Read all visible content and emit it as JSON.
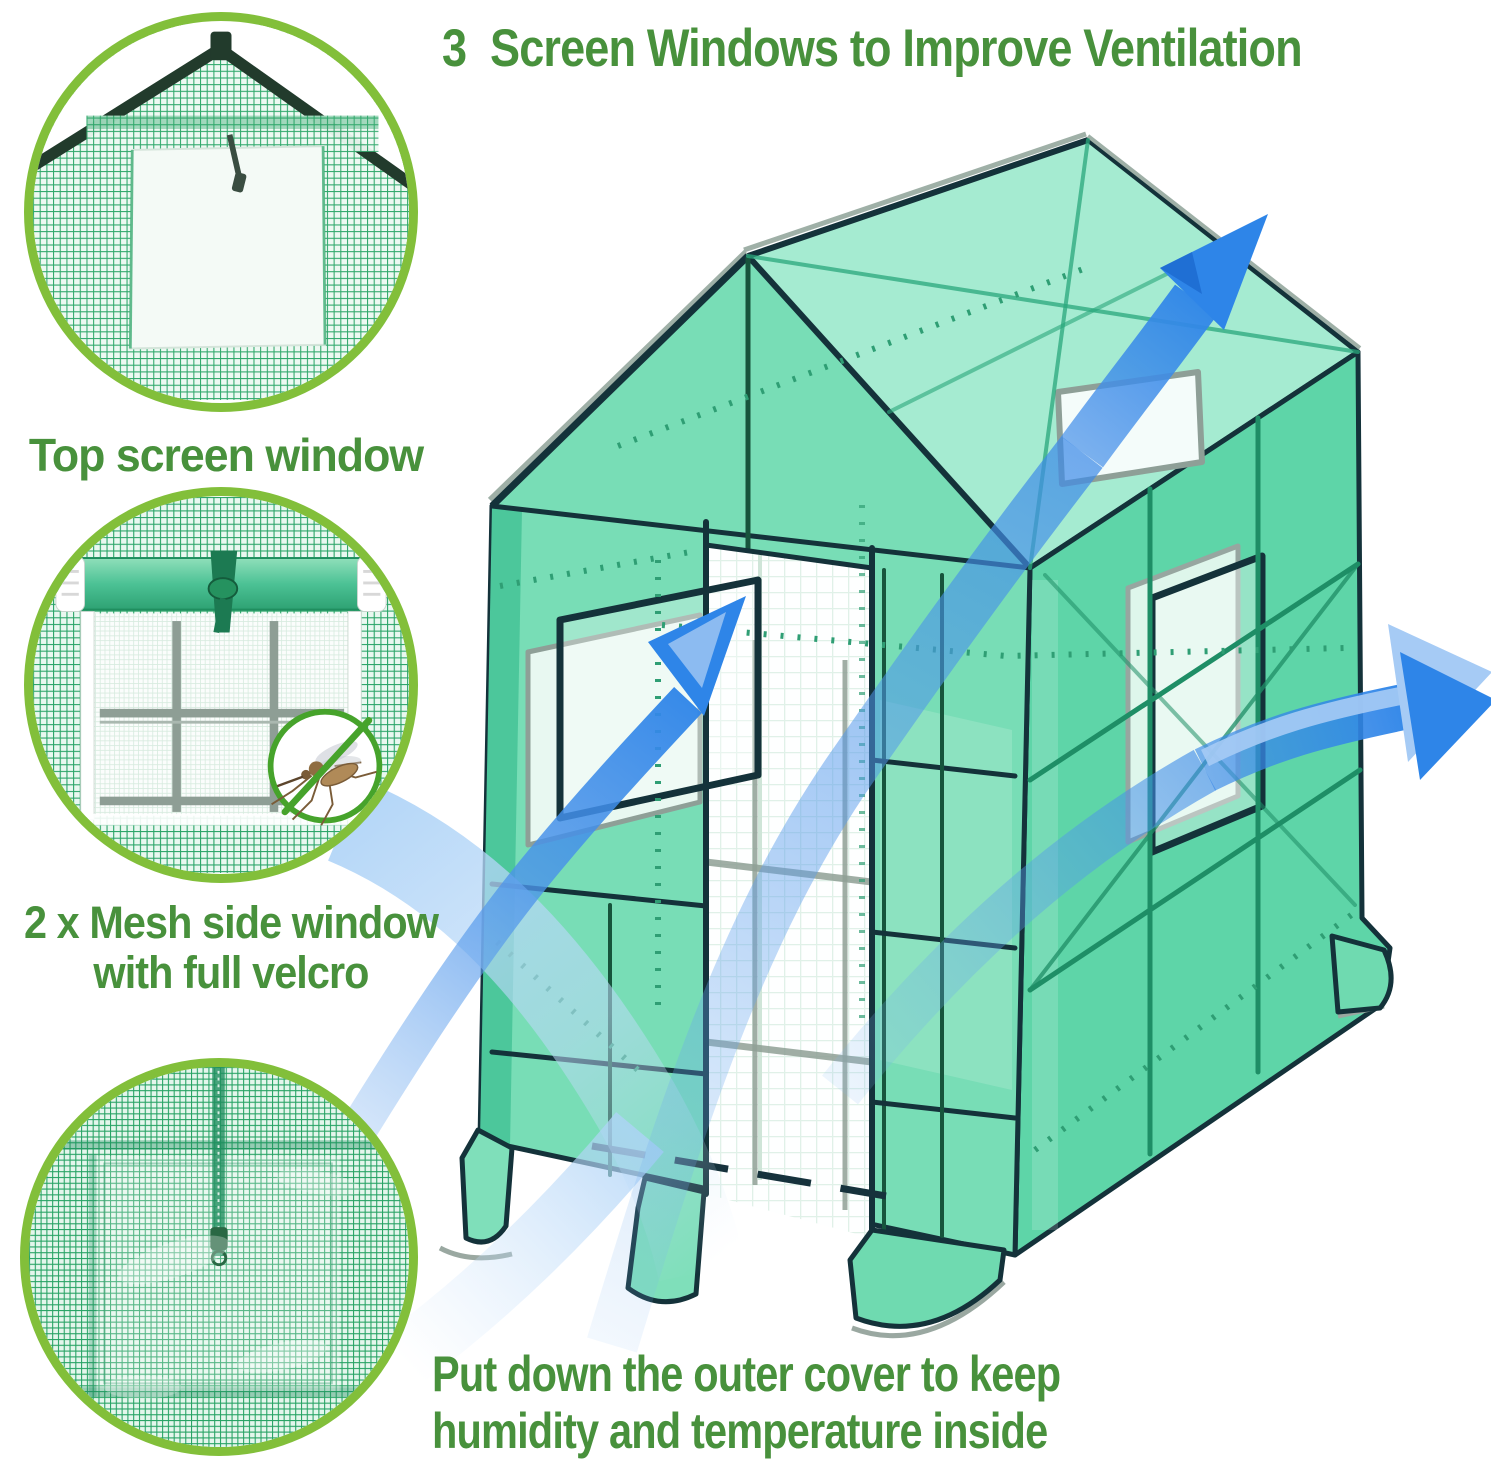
{
  "title": {
    "number": "3",
    "text": "Screen Windows to Improve Ventilation"
  },
  "callouts": {
    "top_window_label": "Top screen window",
    "side_window_label_line1": "2 x Mesh side window",
    "side_window_label_line2": "with full velcro",
    "outer_cover_caption_line1": "Put down the outer cover to keep",
    "outer_cover_caption_line2": "humidity and temperature inside"
  },
  "figures": {
    "top_circle": "close-up photo of top screen window at greenhouse roof apex",
    "side_circle": "close-up photo of mesh side window with rolled-up cover and no-mosquito badge",
    "cover_circle": "close-up photo of outer cover zipped down over window",
    "main_illustration": "walk-in greenhouse 3D drawing with airflow arrows through door, side windows and roof window"
  },
  "colors": {
    "text_green": "#48913c",
    "circle_border_green": "#82bf3a",
    "mesh_line_green": "#2fa86b",
    "greenhouse_roof": "#a5ebd1",
    "greenhouse_front": "#74dcb4",
    "greenhouse_side": "#5ed5a8",
    "frame_dark": "#14323a",
    "airflow_blue": "#2e85e8",
    "airflow_pale_blue": "#aed3f7"
  }
}
